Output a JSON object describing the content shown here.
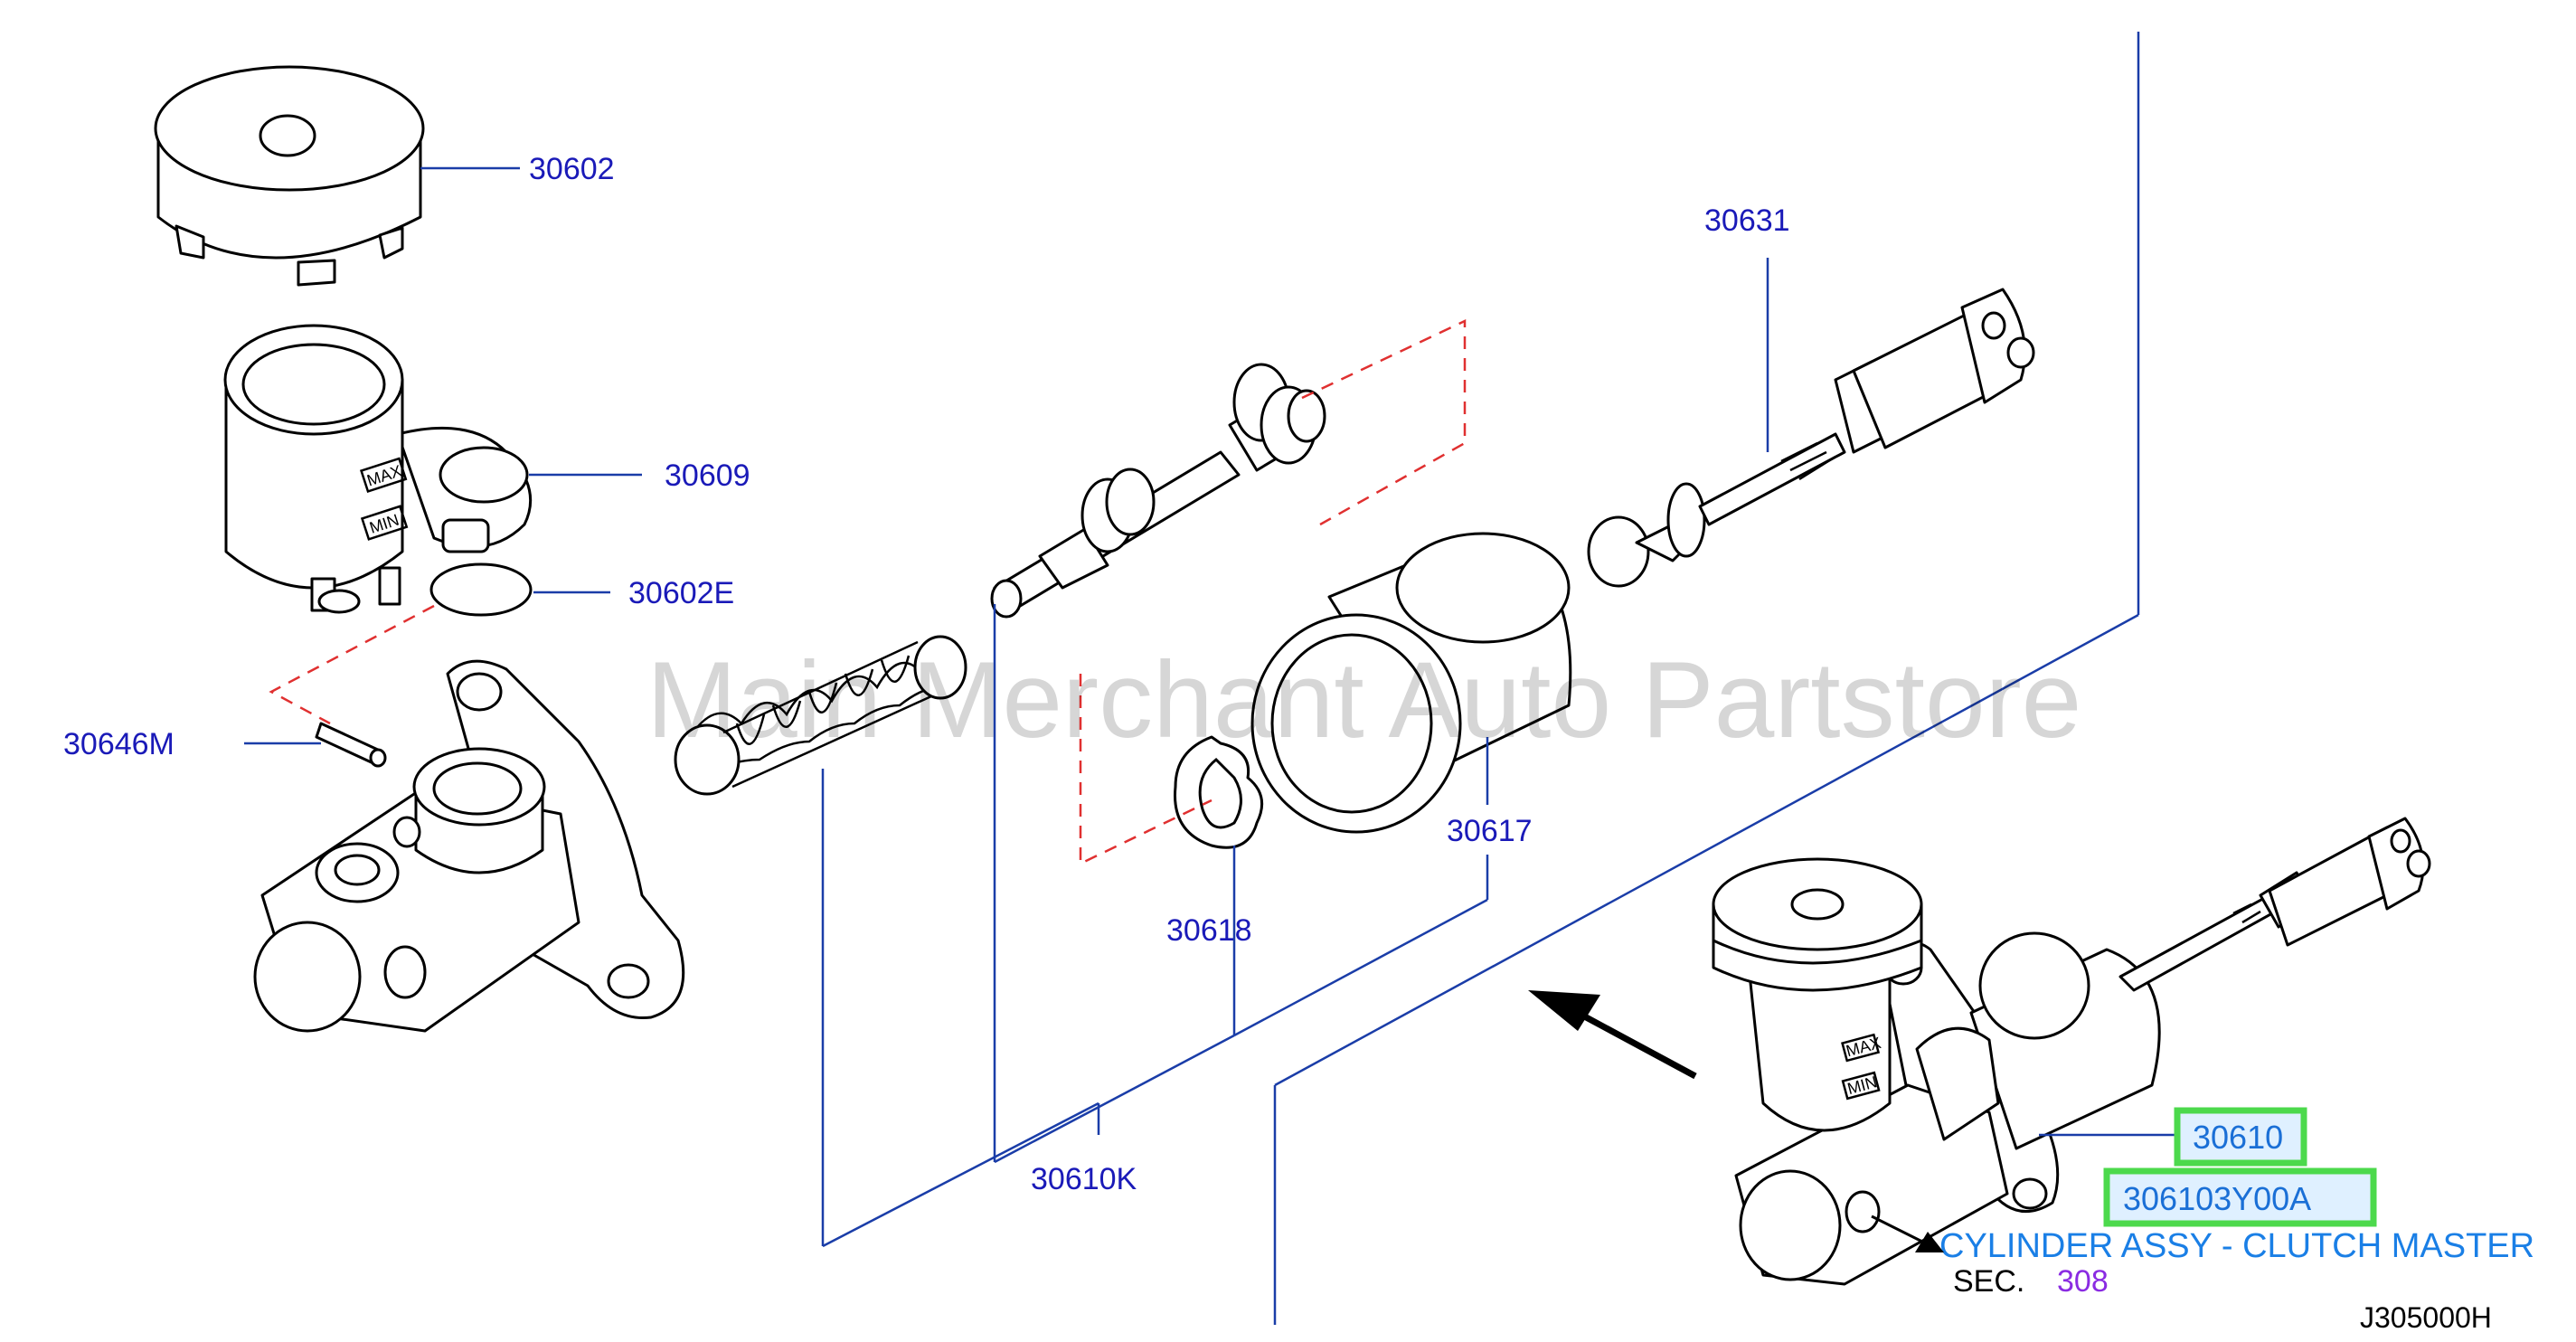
{
  "labels": {
    "p30602": "30602",
    "p30609": "30609",
    "p30602E": "30602E",
    "p30646M": "30646M",
    "p30631": "30631",
    "p30617": "30617",
    "p30618": "30618",
    "p30610K": "30610K",
    "p30610": "30610",
    "p306103Y00A": "306103Y00A"
  },
  "description": "CYLINDER ASSY - CLUTCH MASTER",
  "section": {
    "prefix": "SEC.",
    "number": "308"
  },
  "reservoir_marks": {
    "max": "MAX",
    "min": "MIN"
  },
  "watermark": "Main Merchant Auto Partstore",
  "diagram_code": "J305000H",
  "colors": {
    "label_blue": "#1a1ab8",
    "highlight_green": "#4cd94c",
    "highlight_fill": "#dff0ff",
    "leader_blue": "#1a3da8",
    "dashed_red": "#e03030",
    "section_purple": "#8a2be2"
  }
}
